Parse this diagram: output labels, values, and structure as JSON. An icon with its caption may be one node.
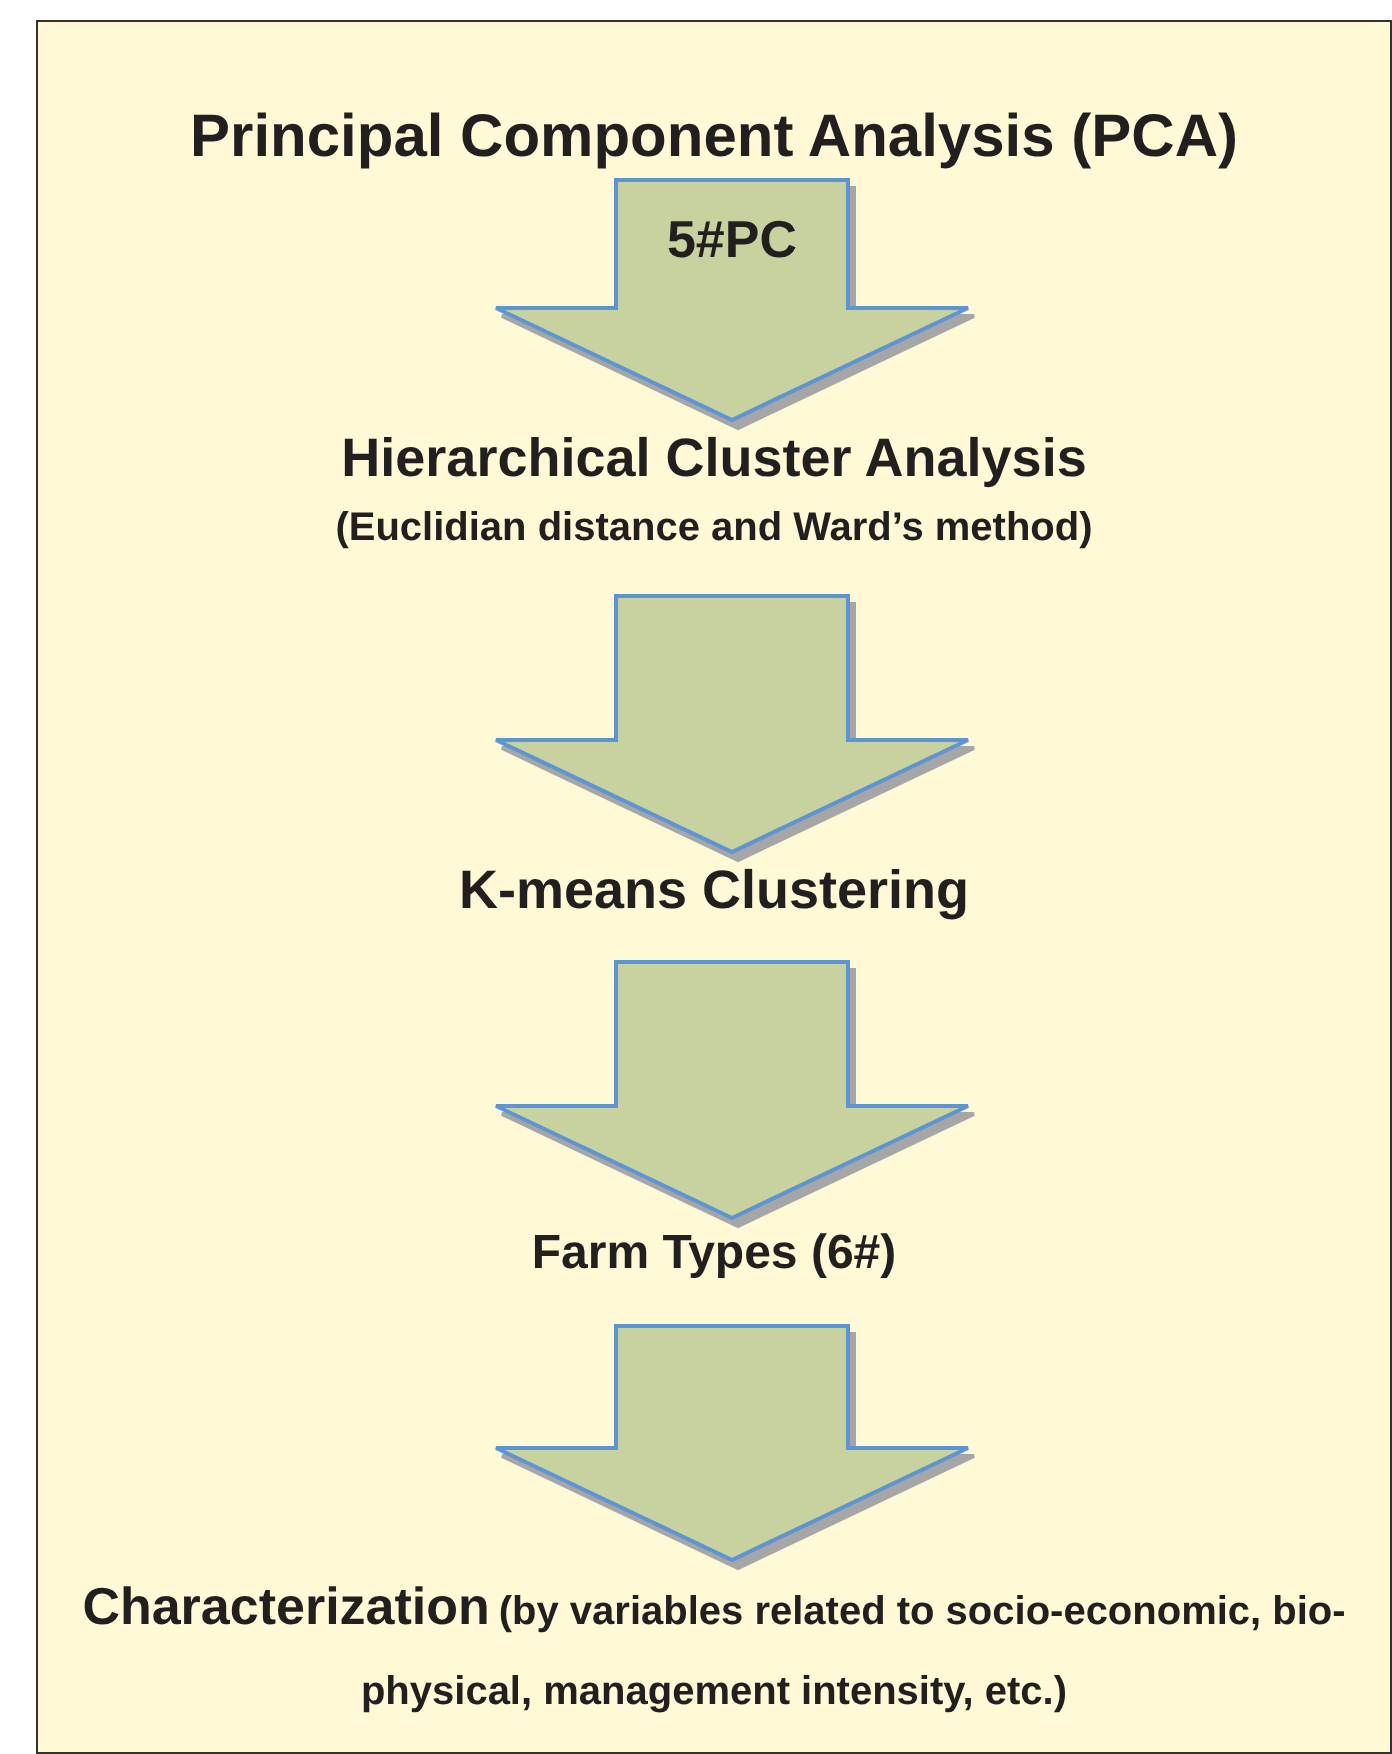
{
  "diagram": {
    "nodes": [
      {
        "text": [
          "Principal Component Analysis (PCA)"
        ]
      },
      {
        "text": [
          "Hierarchical Cluster Analysis",
          "(Euclidian distance and Ward’s method)"
        ]
      },
      {
        "text": [
          "K-means Clustering"
        ]
      },
      {
        "text": [
          "Farm Types (6#)"
        ]
      },
      {
        "text": [
          "Characterization",
          "(by variables related to socio-economic, bio-physical, management intensity, etc.)"
        ]
      }
    ],
    "edges": [
      {
        "from": 0,
        "to": 1,
        "arrow": "to",
        "label": "5#PC"
      },
      {
        "from": 1,
        "to": 2,
        "arrow": "to"
      },
      {
        "from": 2,
        "to": 3,
        "arrow": "to"
      },
      {
        "from": 3,
        "to": 4,
        "arrow": "to"
      }
    ]
  }
}
